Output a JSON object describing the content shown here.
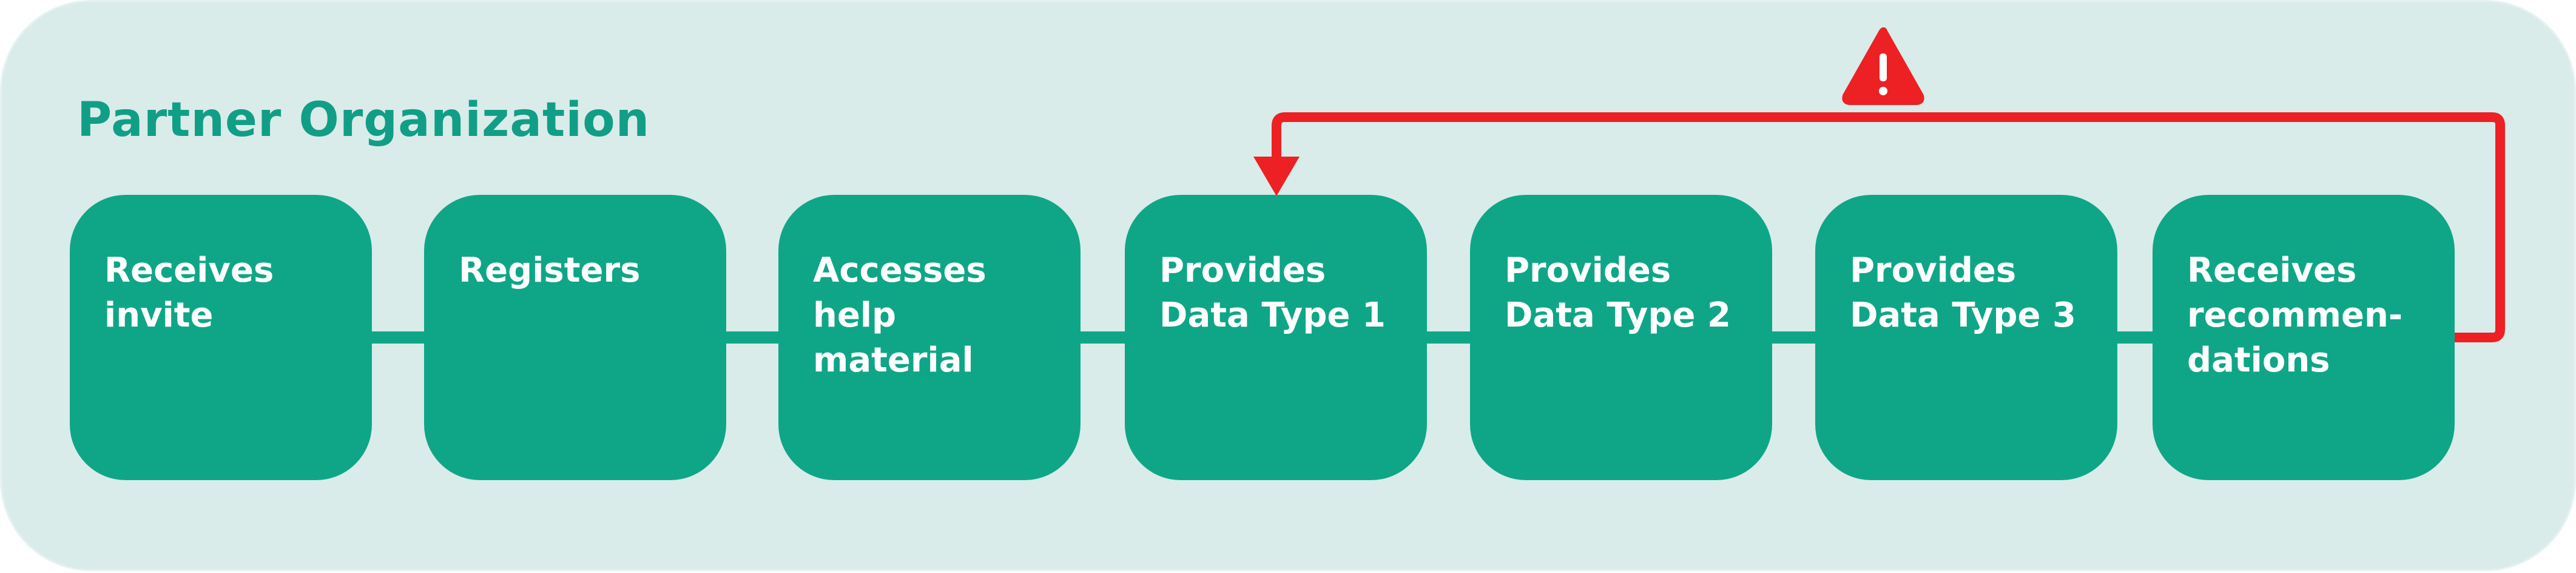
{
  "title": "Partner Organization",
  "steps": [
    {
      "label": "Receives\ninvite"
    },
    {
      "label": "Registers"
    },
    {
      "label": "Accesses\nhelp\nmaterial"
    },
    {
      "label": "Provides\nData Type 1"
    },
    {
      "label": "Provides\nData Type 2"
    },
    {
      "label": "Provides\nData Type 3"
    },
    {
      "label": "Receives\nrecommen-\ndations"
    }
  ],
  "feedback_loop": {
    "from_step": "Receives recommendations",
    "to_step": "Provides Data Type 1",
    "icon": "warning-icon",
    "color": "#ed2024"
  },
  "colors": {
    "panel": "#d9ecea",
    "accent": "#0fa688",
    "title": "#119e87",
    "warning": "#ed2024"
  }
}
